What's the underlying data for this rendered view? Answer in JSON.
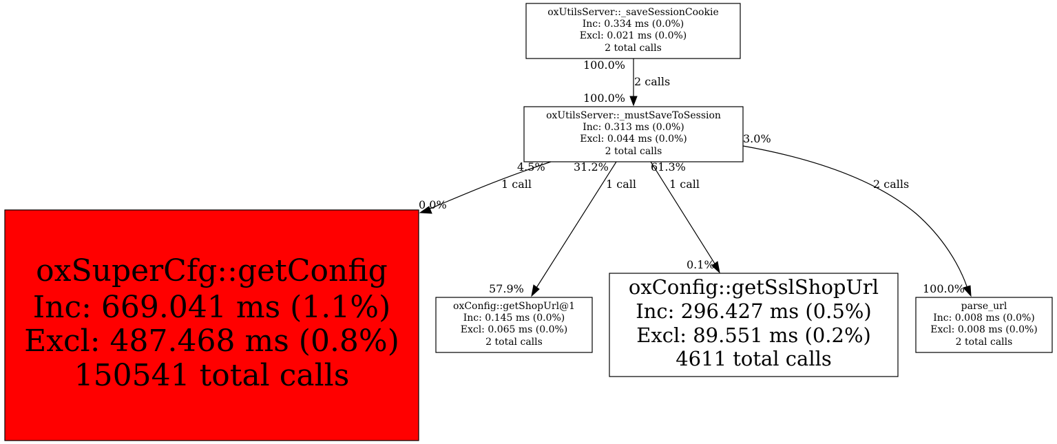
{
  "graph": {
    "nodes": {
      "save_session_cookie": {
        "name": "oxUtilsServer::_saveSessionCookie",
        "inc": "Inc: 0.334 ms (0.0%)",
        "excl": "Excl: 0.021 ms (0.0%)",
        "calls": "2 total calls",
        "fill": "#ffffff"
      },
      "must_save_to_session": {
        "name": "oxUtilsServer::_mustSaveToSession",
        "inc": "Inc: 0.313 ms (0.0%)",
        "excl": "Excl: 0.044 ms (0.0%)",
        "calls": "2 total calls",
        "fill": "#ffffff"
      },
      "get_config": {
        "name": "oxSuperCfg::getConfig",
        "inc": "Inc: 669.041 ms (1.1%)",
        "excl": "Excl: 487.468 ms (0.8%)",
        "calls": "150541 total calls",
        "fill": "#ff0000"
      },
      "get_shop_url": {
        "name": "oxConfig::getShopUrl@1",
        "inc": "Inc: 0.145 ms (0.0%)",
        "excl": "Excl: 0.065 ms (0.0%)",
        "calls": "2 total calls",
        "fill": "#ffffff"
      },
      "get_ssl_shop_url": {
        "name": "oxConfig::getSslShopUrl",
        "inc": "Inc: 296.427 ms (0.5%)",
        "excl": "Excl: 89.551 ms (0.2%)",
        "calls": "4611 total calls",
        "fill": "#ffffff"
      },
      "parse_url": {
        "name": "parse_url",
        "inc": "Inc: 0.008 ms (0.0%)",
        "excl": "Excl: 0.008 ms (0.0%)",
        "calls": "2 total calls",
        "fill": "#ffffff"
      }
    },
    "edges": {
      "cookie_to_must": {
        "calls": "2 calls",
        "tail_pct": "100.0%",
        "head_pct": "100.0%"
      },
      "must_to_getconfig": {
        "calls": "1 call",
        "tail_pct": "4.5%",
        "head_pct": "0.0%"
      },
      "must_to_shopurl": {
        "calls": "1 call",
        "tail_pct": "31.2%",
        "head_pct": "57.9%"
      },
      "must_to_sslshopurl": {
        "calls": "1 call",
        "tail_pct": "61.3%",
        "head_pct": "0.1%"
      },
      "must_to_parseurl": {
        "calls": "2 calls",
        "tail_pct": "3.0%",
        "head_pct": "100.0%"
      }
    }
  }
}
